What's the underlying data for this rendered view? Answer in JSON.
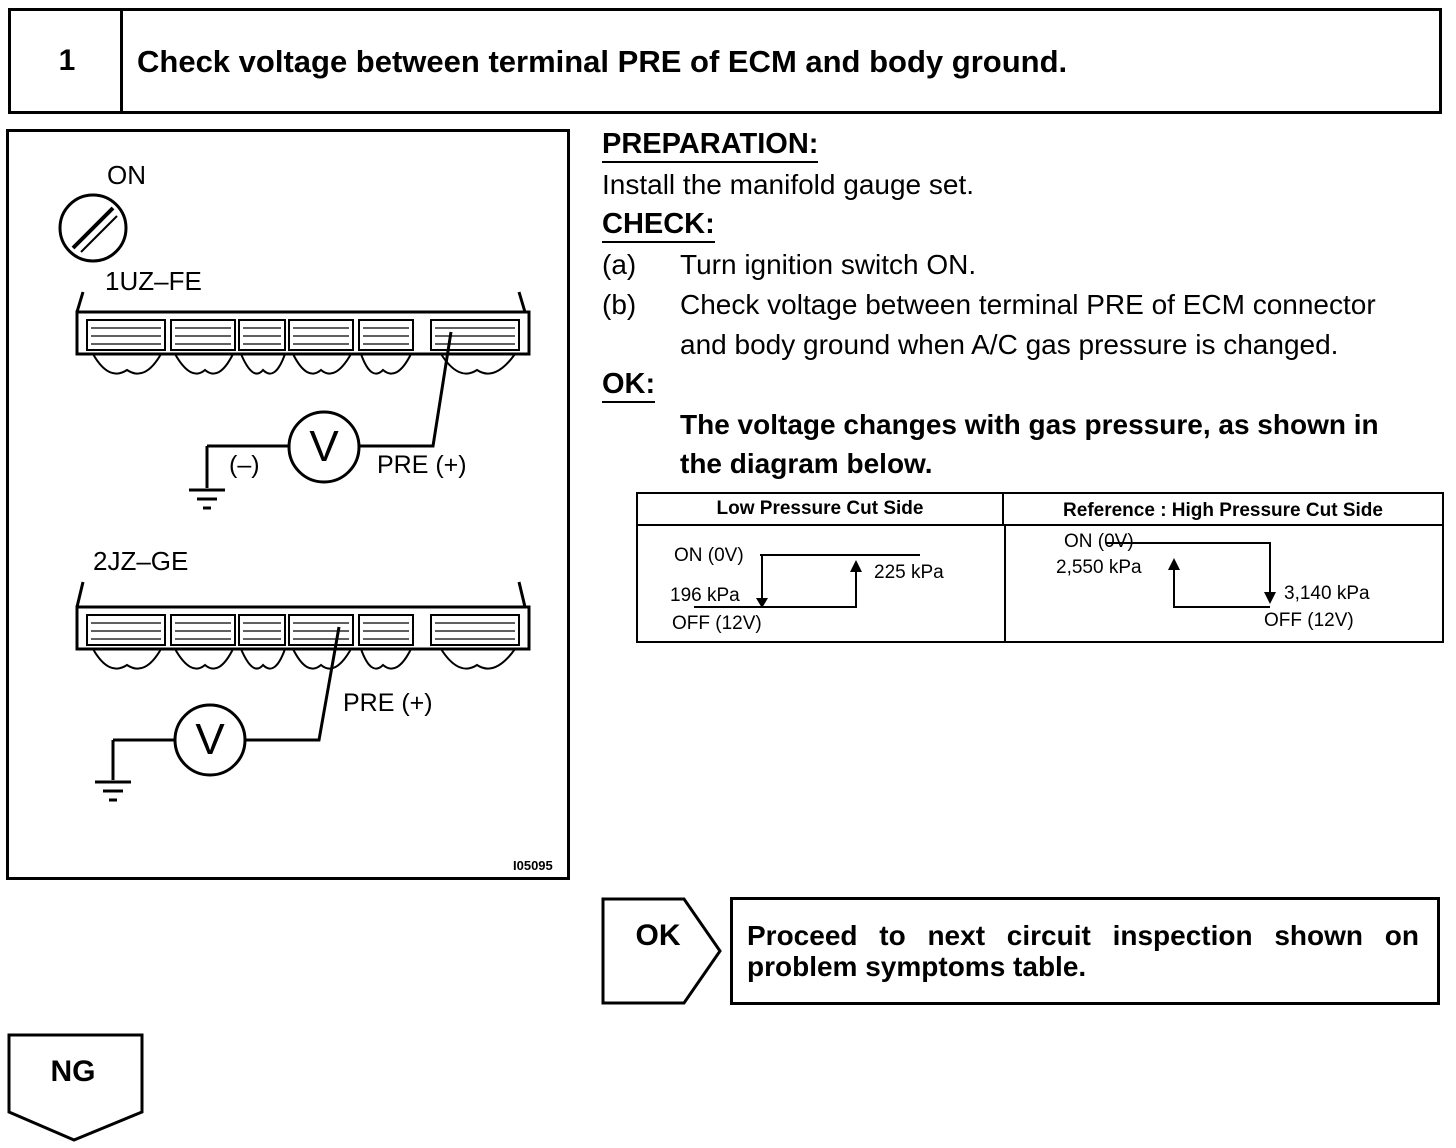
{
  "step": {
    "number": "1",
    "title": "Check voltage between terminal PRE of ECM and body ground."
  },
  "illustration": {
    "ignition_label": "ON",
    "engine_1": "1UZ–FE",
    "engine_2": "2JZ–GE",
    "meter_symbol": "V",
    "negative_label": "(–)",
    "pre_label_1": "PRE (+)",
    "pre_label_2": "PRE (+)",
    "figure_id": "I05095"
  },
  "preparation": {
    "heading": "PREPARATION:",
    "text": "Install the manifold gauge set."
  },
  "check": {
    "heading": "CHECK:",
    "items": [
      {
        "marker": "(a)",
        "lines": [
          "Turn ignition switch ON."
        ]
      },
      {
        "marker": "(b)",
        "lines": [
          "Check voltage between terminal PRE of ECM connector",
          "and body ground when A/C gas pressure is changed."
        ]
      }
    ]
  },
  "ok": {
    "heading": "OK:",
    "lines": [
      "The voltage changes with gas pressure, as shown in",
      "the diagram below."
    ]
  },
  "pressure_table": {
    "low": {
      "header": "Low Pressure Cut Side",
      "on_label": "ON (0V)",
      "off_label": "OFF (12V)",
      "falling_value": "196 kPa",
      "rising_value": "225 kPa"
    },
    "high": {
      "header": "Reference : High Pressure Cut Side",
      "on_label": "ON (0V)",
      "off_label": "OFF (12V)",
      "rising_value": "2,550 kPa",
      "falling_value": "3,140 kPa"
    }
  },
  "results": {
    "ok_label": "OK",
    "ok_text": "Proceed to next circuit inspection shown on problem symptoms table.",
    "ng_label": "NG"
  }
}
